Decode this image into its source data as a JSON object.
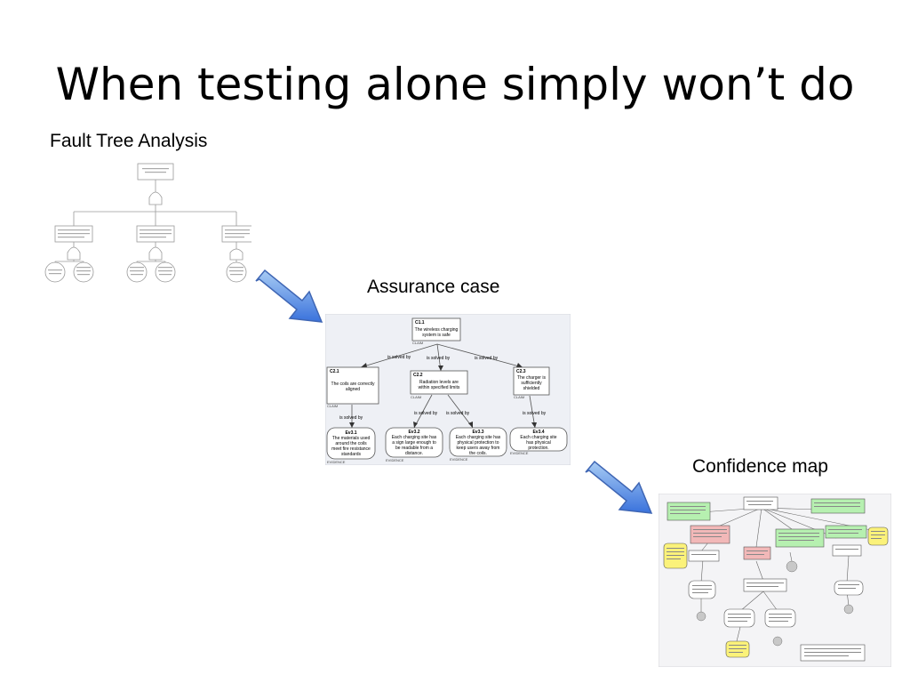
{
  "slide": {
    "title": "When testing alone simply won’t do",
    "fta_label": "Fault Tree Analysis",
    "assurance_label": "Assurance case",
    "confidence_label": "Confidence map"
  },
  "assurance_case": {
    "top_claim": {
      "id": "C1.1",
      "text": [
        "The wireless charging",
        "system is safe"
      ],
      "type": "CLAIM"
    },
    "edge_label": "is solved by",
    "claims": [
      {
        "id": "C2.1",
        "text": [
          "The coils are correctly",
          "aligned"
        ],
        "type": "CLAIM"
      },
      {
        "id": "C2.2",
        "text": [
          "Radiation levels are",
          "within specified limits"
        ],
        "type": "CLAIM"
      },
      {
        "id": "C2.3",
        "text": [
          "The charger is",
          "sufficiently",
          "shielded"
        ],
        "type": "CLAIM"
      }
    ],
    "evidence": [
      {
        "id": "Ev3.1",
        "text": [
          "The materials used",
          "around the coils",
          "meet fire resistance",
          "standards"
        ],
        "type": "EVIDENCE"
      },
      {
        "id": "Ev3.2",
        "text": [
          "Each charging site has",
          "a sign large enough to",
          "be readable from a",
          "distance."
        ],
        "type": "EVIDENCE"
      },
      {
        "id": "Ev3.3",
        "text": [
          "Each charging site has",
          "physical protection to",
          "keep users away from",
          "the coils."
        ],
        "type": "EVIDENCE"
      },
      {
        "id": "Ev3.4",
        "text": [
          "Each charging site",
          "has physical",
          "protection."
        ],
        "type": "EVIDENCE"
      }
    ]
  },
  "colors": {
    "panel_bg": "#eef0f5",
    "line": "#555555",
    "arrow_light": "#9ec2f0",
    "arrow_dark": "#2f6ad8",
    "green": "#b6f0b0",
    "red": "#f2b8b8",
    "yellow": "#fbf27a"
  }
}
